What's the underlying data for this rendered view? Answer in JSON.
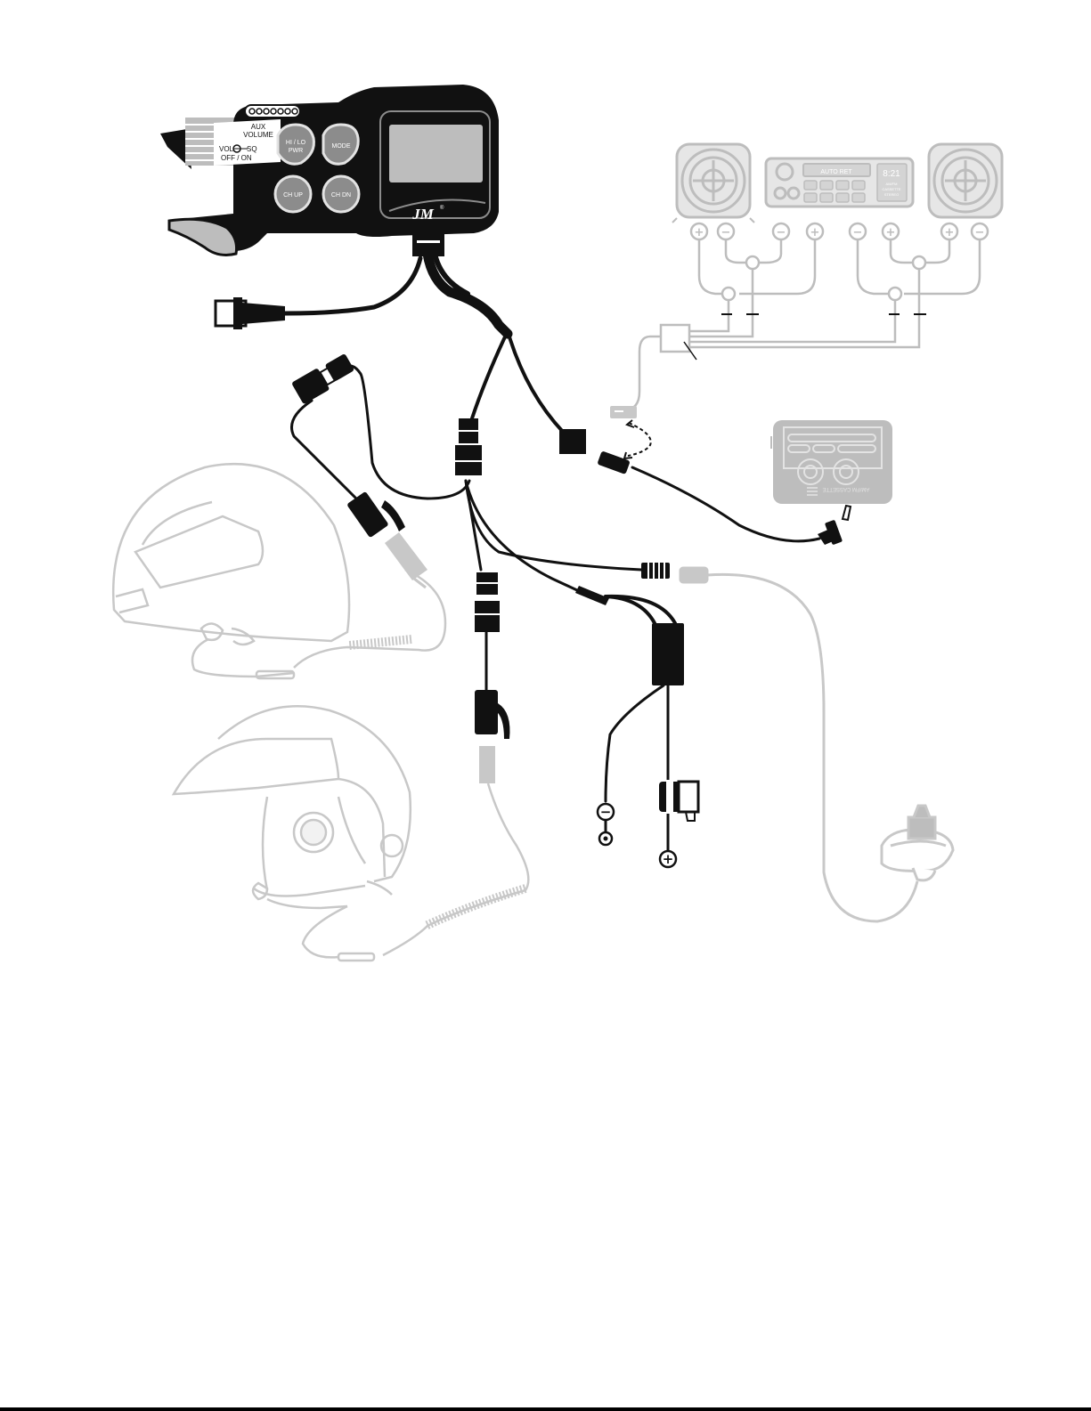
{
  "controller": {
    "aux_volume_label": [
      "AUX",
      "VOLUME"
    ],
    "vol_label": "VOL",
    "sq_label": "SQ",
    "off_on_label": "OFF / ON",
    "buttons": [
      {
        "id": "hi-lo-pwr",
        "lines": [
          "HI / LO",
          "PWR"
        ]
      },
      {
        "id": "mode",
        "lines": [
          "MODE"
        ]
      },
      {
        "id": "ch-up",
        "lines": [
          "CH UP"
        ]
      },
      {
        "id": "ch-dn",
        "lines": [
          "CH DN"
        ]
      }
    ],
    "logo": "JM",
    "logo_reg": "®"
  },
  "radio": {
    "display_text": "AUTO RET",
    "clock_text": "8:21",
    "side_text": [
      "AM/FM",
      "CASSETTE",
      "STEREO"
    ]
  },
  "speaker_terminals": [
    "+",
    "−",
    "−",
    "+",
    "−",
    "+",
    "+",
    "−"
  ],
  "aux_device": {
    "label": "AM/FM CASSETTE"
  },
  "power_leads": {
    "negative": "−",
    "positive": "+"
  },
  "colors": {
    "ink": "#111111",
    "gray": "#bdbdbd",
    "light_gray": "#e3e3e3",
    "button_gray": "#8c8c8c"
  }
}
